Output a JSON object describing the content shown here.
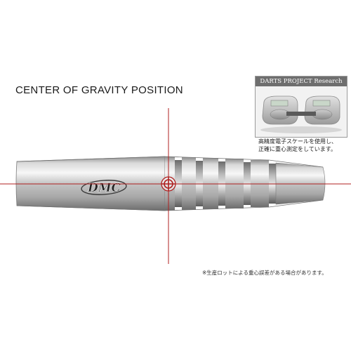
{
  "title": "CENTER OF GRAVITY POSITION",
  "inset": {
    "header": "DARTS PROJECT Research",
    "note_lines": [
      "高精度電子スケールを使用し、",
      "正確に重心測定をしています。"
    ]
  },
  "brand_logo_text": "DMC",
  "footnote": "※生産ロットによる重心誤差がある場合があります。",
  "colors": {
    "crosshair": "#b02020",
    "inset_header": "#6e6e6e"
  },
  "icons": [
    "crosshair-target-icon",
    "scale-photo"
  ]
}
